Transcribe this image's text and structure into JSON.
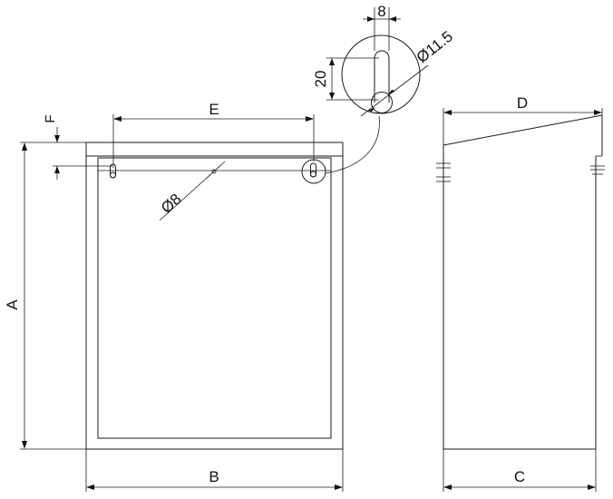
{
  "dimensions": {
    "a": "A",
    "b": "B",
    "c": "C",
    "d": "D",
    "e": "E",
    "f": "F",
    "hole_diameter": "Ø8",
    "detail_diameter": "Ø11.5",
    "slot_width": "8",
    "slot_length": "20"
  },
  "colors": {
    "line": "#1a1a1a",
    "background": "#ffffff"
  }
}
